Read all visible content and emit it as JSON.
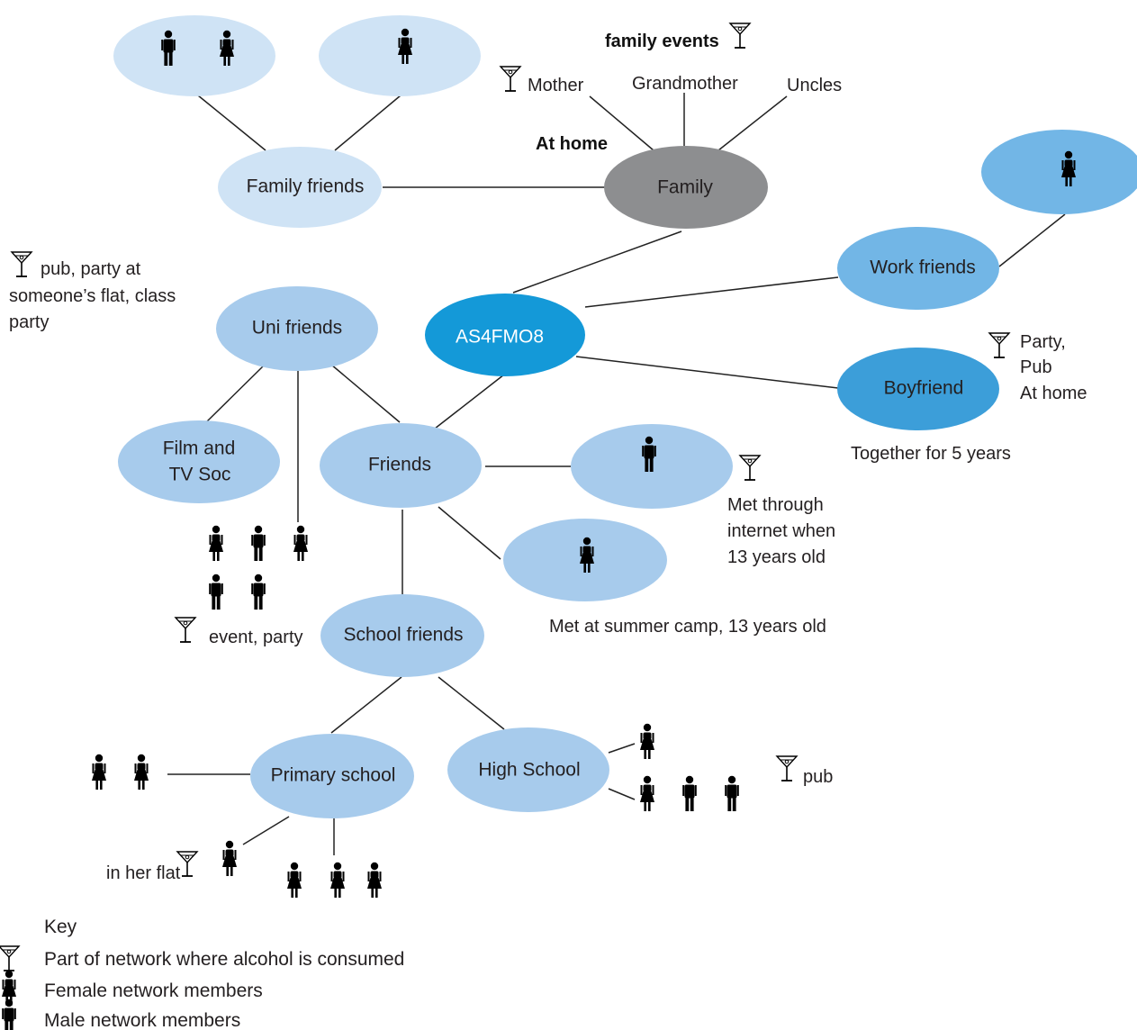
{
  "colors": {
    "light_blue": "#cfe3f5",
    "mid_blue": "#a7cbec",
    "work_blue": "#72b6e6",
    "boyfriend_blue": "#3c9ed9",
    "ego_blue": "#1499d8",
    "family_gray": "#8d8e90"
  },
  "nodes": {
    "family_friends": "Family friends",
    "family": "Family",
    "ego": "AS4FMO8",
    "work_friends": "Work friends",
    "boyfriend": "Boyfriend",
    "uni_friends": "Uni friends",
    "film_tv_soc_line1": "Film and",
    "film_tv_soc_line2": "TV Soc",
    "friends": "Friends",
    "school_friends": "School friends",
    "primary_school": "Primary school",
    "high_school": "High School"
  },
  "annotations": {
    "family_events": "family events",
    "mother": "Mother",
    "grandmother": "Grandmother",
    "uncles": "Uncles",
    "at_home": "At home",
    "uni_note_line1": "pub, party at",
    "uni_note_line2": "someone’s flat, class",
    "uni_note_line3": "party",
    "boyfriend_note_line1": "Party,",
    "boyfriend_note_line2": "Pub",
    "boyfriend_note_line3": "At home",
    "together": "Together for 5 years",
    "internet_line1": "Met through",
    "internet_line2": "internet when",
    "internet_line3": "13 years old",
    "summer_camp": "Met at summer camp, 13 years old",
    "event_party": "event, party",
    "pub": "pub",
    "in_her_flat": "in her flat"
  },
  "key": {
    "title": "Key",
    "alcohol": "Part of network where alcohol is consumed",
    "female": "Female network members",
    "male": "Male network members"
  },
  "icons": [
    "cocktail-glass-icon",
    "female-figure-icon",
    "male-figure-icon"
  ]
}
